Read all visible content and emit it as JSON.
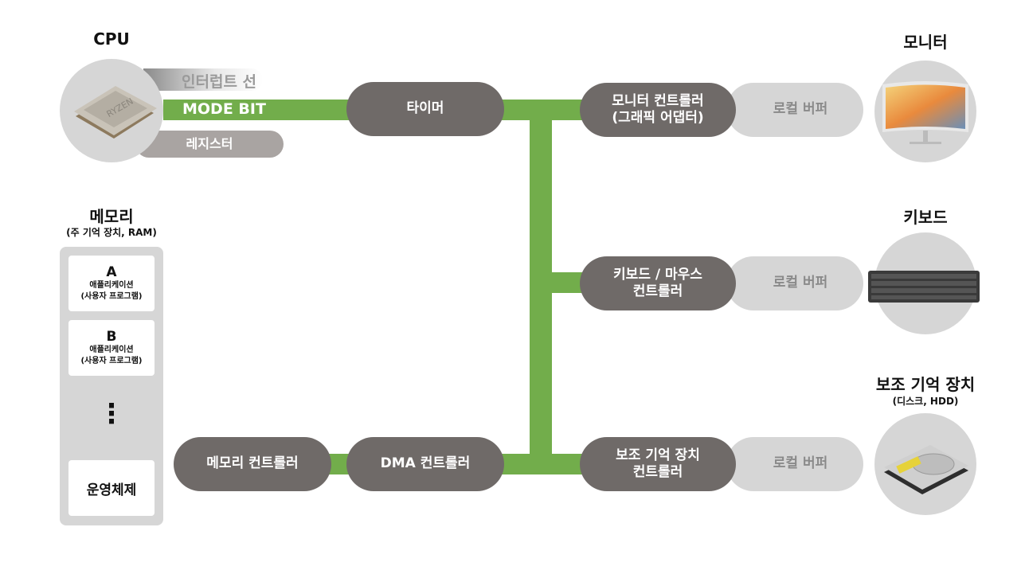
{
  "cpu": {
    "title": "CPU",
    "interrupt_line": "인터럽트 선",
    "mode_bit": "MODE BIT",
    "register": "레지스터",
    "chip_text": "RYZEN"
  },
  "memory": {
    "title": "메모리",
    "subtitle": "(주 기억 장치, RAM)",
    "apps": [
      {
        "name": "A",
        "line1": "애플리케이션",
        "line2": "(사용자 프로그램)"
      },
      {
        "name": "B",
        "line1": "애플리케이션",
        "line2": "(사용자 프로그램)"
      }
    ],
    "ellipsis": "⋮",
    "os": "운영체제"
  },
  "controllers": {
    "timer": "타이머",
    "monitor_ctrl_line1": "모니터 컨트롤러",
    "monitor_ctrl_line2": "(그래픽 어댑터)",
    "keyboard_ctrl_line1": "키보드 / 마우스",
    "keyboard_ctrl_line2": "컨트롤러",
    "storage_ctrl_line1": "보조 기억 장치",
    "storage_ctrl_line2": "컨트롤러",
    "memory_ctrl": "메모리 컨트롤러",
    "dma_ctrl": "DMA 컨트롤러",
    "local_buffer": "로컬 버퍼"
  },
  "devices": {
    "monitor": {
      "title": "모니터"
    },
    "keyboard": {
      "title": "키보드"
    },
    "storage": {
      "title": "보조 기억 장치",
      "subtitle": "(디스크, HDD)"
    }
  },
  "colors": {
    "bus": "#72ad4b",
    "controller": "#6f6a68",
    "buffer": "#d6d6d6",
    "register": "#a9a4a2"
  }
}
